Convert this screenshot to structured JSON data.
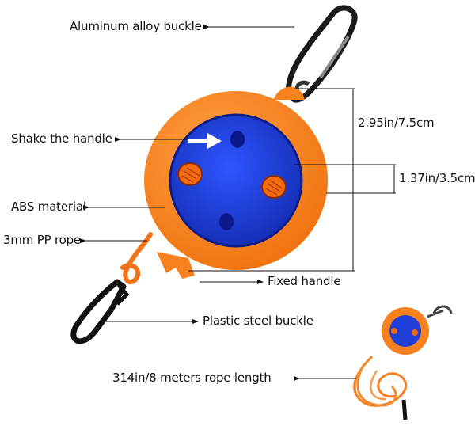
{
  "labels": {
    "buckle_top": "Aluminum alloy buckle",
    "shake": "Shake the handle",
    "abs": "ABS material",
    "rope": "3mm PP rope",
    "handle": "Fixed handle",
    "buckle_bottom": "Plastic steel buckle",
    "length": "314in/8 meters rope length"
  },
  "dimensions": {
    "outer": "2.95in/7.5cm",
    "inner": "1.37in/3.5cm"
  },
  "colors": {
    "orange": "#f7801f",
    "orange_dark": "#d9620a",
    "blue": "#1f3fd8",
    "blue_dark": "#0d1e8c",
    "black": "#111111"
  }
}
